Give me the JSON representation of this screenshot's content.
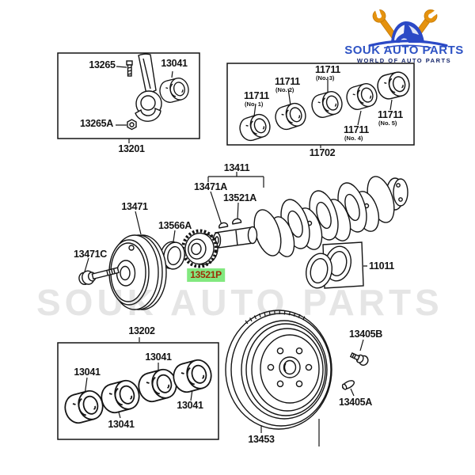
{
  "logo": {
    "title": "SOUK AUTO PARTS",
    "subtitle": "WORLD OF AUTO PARTS"
  },
  "watermark": "SOUK AUTO PARTS",
  "colors": {
    "highlight_bg": "#82e87f",
    "highlight_text": "#9c2e05",
    "logo_blue": "#2d52c4",
    "logo_dark_blue": "#14246a",
    "wrench_orange": "#e5920e",
    "line_art": "#141414"
  },
  "rod_group": {
    "bolt": "13265",
    "bearing": "13041",
    "nut": "13265A",
    "assembly": "13201"
  },
  "main_bearing_group": {
    "assembly": "11702",
    "items": [
      {
        "part": "11711",
        "pos": "(No. 1)"
      },
      {
        "part": "11711",
        "pos": "(No. 2)"
      },
      {
        "part": "11711",
        "pos": "(No. 3)"
      },
      {
        "part": "11711",
        "pos": "(No. 4)"
      },
      {
        "part": "11711",
        "pos": "(No. 5)"
      }
    ]
  },
  "crank_group": {
    "crankshaft": "13411",
    "pulley_key": "13471A",
    "gear_key": "13521A",
    "pulley": "13471",
    "oil_seal": "13566A",
    "pulley_bolt": "13471C",
    "timing_gear": "13521P",
    "bearing_set": "11011"
  },
  "lower_bearing_group": {
    "assembly": "13202",
    "items": [
      "13041",
      "13041",
      "13041",
      "13041"
    ]
  },
  "flywheel_group": {
    "flywheel": "13453",
    "bolt": "13405B",
    "dowel": "13405A"
  }
}
